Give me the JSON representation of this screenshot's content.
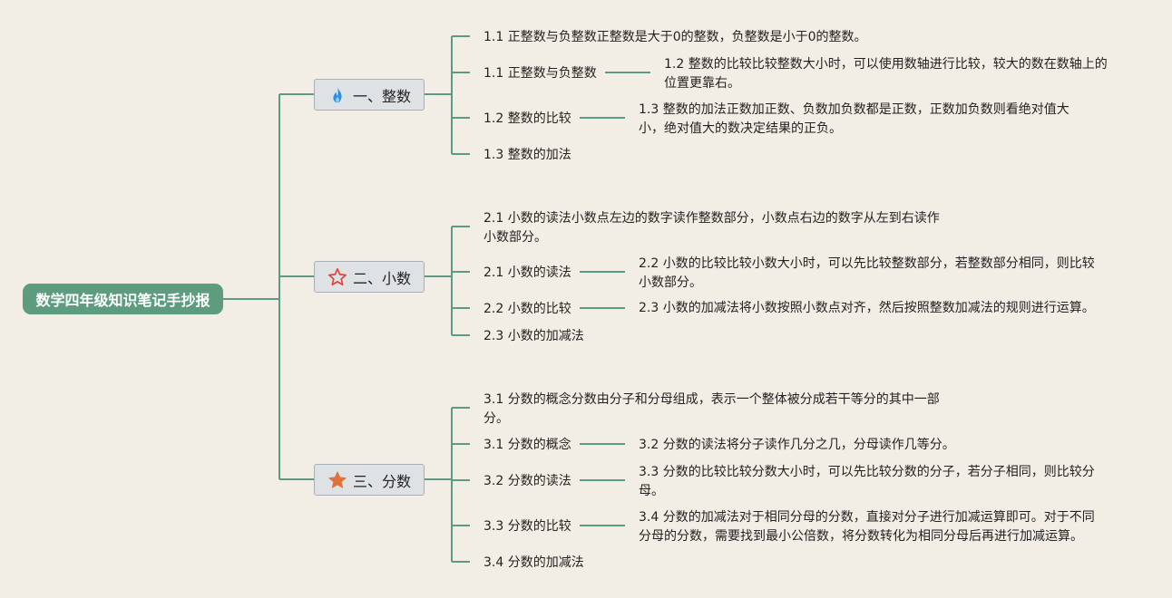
{
  "root": {
    "label": "数学四年级知识笔记手抄报"
  },
  "branches": [
    {
      "label": "一、整数",
      "icon": "flame-icon",
      "items": [
        {
          "label": "1.1 正整数与负整数正整数是大于0的整数，负整数是小于0的整数。"
        },
        {
          "label": "1.1 正整数与负整数",
          "note": "1.2 整数的比较比较整数大小时，可以使用数轴进行比较，较大的数在数轴上的位置更靠右。"
        },
        {
          "label": "1.2 整数的比较",
          "note": "1.3 整数的加法正数加正数、负数加负数都是正数，正数加负数则看绝对值大小，绝对值大的数决定结果的正负。"
        },
        {
          "label": "1.3 整数的加法"
        }
      ]
    },
    {
      "label": "二、小数",
      "icon": "star-outline-icon",
      "items": [
        {
          "label": "2.1 小数的读法小数点左边的数字读作整数部分，小数点右边的数字从左到右读作小数部分。"
        },
        {
          "label": "2.1 小数的读法",
          "note": "2.2 小数的比较比较小数大小时，可以先比较整数部分，若整数部分相同，则比较小数部分。"
        },
        {
          "label": "2.2 小数的比较",
          "note": "2.3 小数的加减法将小数按照小数点对齐，然后按照整数加减法的规则进行运算。"
        },
        {
          "label": "2.3 小数的加减法"
        }
      ]
    },
    {
      "label": "三、分数",
      "icon": "star-filled-icon",
      "items": [
        {
          "label": "3.1 分数的概念分数由分子和分母组成，表示一个整体被分成若干等分的其中一部分。"
        },
        {
          "label": "3.1 分数的概念",
          "note": "3.2 分数的读法将分子读作几分之几，分母读作几等分。"
        },
        {
          "label": "3.2 分数的读法",
          "note": "3.3 分数的比较比较分数大小时，可以先比较分数的分子，若分子相同，则比较分母。"
        },
        {
          "label": "3.3 分数的比较",
          "note": "3.4 分数的加减法对于相同分母的分数，直接对分子进行加减运算即可。对于不同分母的分数，需要找到最小公倍数，将分数转化为相同分母后再进行加减运算。"
        },
        {
          "label": "3.4 分数的加减法"
        }
      ]
    }
  ],
  "colors": {
    "line": "#5b9a84",
    "root_bg": "#5e9c80",
    "background": "#f2eee5",
    "flame": "#2f8fe0",
    "star_outline": "#e0403a",
    "star_filled": "#e2703a"
  }
}
